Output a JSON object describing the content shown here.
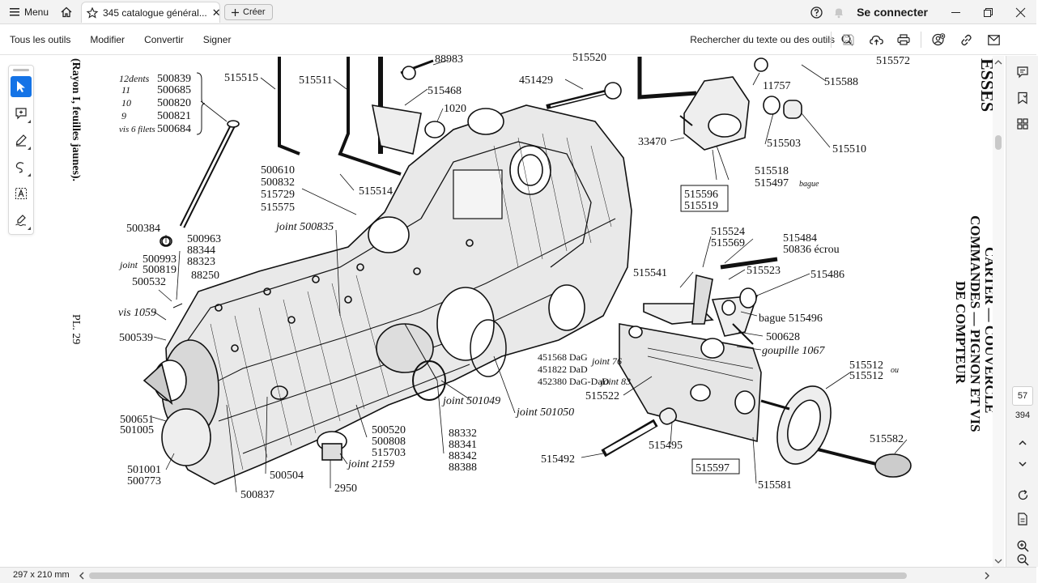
{
  "browser": {
    "menu_label": "Menu",
    "tab_title": "345 catalogue général...",
    "tab_close": "✕",
    "create_label": "Créer",
    "signin_label": "Se connecter"
  },
  "toolbar": {
    "menus": [
      "Tous les outils",
      "Modifier",
      "Convertir",
      "Signer"
    ],
    "search_label": "Rechercher du texte ou des outils"
  },
  "document": {
    "left_margin_text": "(Rayon I, feuilles jaunes).",
    "plate_label": "PL. 29",
    "right_title_lines": [
      "CARTER — COUVERCLE",
      "COMMANDES — PIGNON ET VIS",
      "DE COMPTEUR"
    ],
    "right_top_fragment": "ESSES",
    "labels": {
      "l12dents": "12dents",
      "l11": "11",
      "l10": "10",
      "l9": "9",
      "lvis6": "vis 6 filets",
      "p500839": "500839",
      "p500685": "500685",
      "p500820": "500820",
      "p500821": "500821",
      "p500684": "500684",
      "p515515": "515515",
      "p515511": "515511",
      "p88983": "88983",
      "p515468": "515468",
      "p1020": "1020",
      "p451429": "451429",
      "p515520": "515520",
      "p11757": "11757",
      "p515588": "515588",
      "p515572": "515572",
      "p33470": "33470",
      "p515503": "515503",
      "p515510": "515510",
      "p515518": "515518",
      "p515497": "515497",
      "bague": "bague",
      "p515596": "515596",
      "p515519": "515519",
      "p500610": "500610",
      "p500832": "500832",
      "p515729": "515729",
      "p515575": "515575",
      "p515514": "515514",
      "joint500835": "joint 500835",
      "p500384": "500384",
      "p500963": "500963",
      "p88344": "88344",
      "p88323": "88323",
      "joint": "joint",
      "p500993": "500993",
      "p500819": "500819",
      "p500532": "500532",
      "p88250": "88250",
      "vis1059": "vis 1059",
      "p500539": "500539",
      "p515524": "515524",
      "p515569": "515569",
      "p515484": "515484",
      "p50836": "50836 écrou",
      "p515541": "515541",
      "p515523": "515523",
      "p515486": "515486",
      "bague515496": "bague 515496",
      "p500628": "500628",
      "goupille1067": "goupille 1067",
      "p451568": "451568 DaG",
      "p451822": "451822 DaD",
      "p452380": "452380 DaG-DaD",
      "joint76": "joint 76",
      "joint83": "joint 83",
      "p515522": "515522",
      "p515512a": "515512",
      "p515512b": "515512",
      "ou": "ou",
      "joint501049": "joint 501049",
      "joint501050": "joint 501050",
      "p500651": "500651",
      "p501005": "501005",
      "p500520": "500520",
      "p500808": "500808",
      "p515703": "515703",
      "p88332": "88332",
      "p88341": "88341",
      "p88342": "88342",
      "p88388": "88388",
      "p515495": "515495",
      "p515582": "515582",
      "p515492": "515492",
      "p515597": "515597",
      "p501001": "501001",
      "p500773": "500773",
      "joint2159": "joint 2159",
      "p500504": "500504",
      "p500837": "500837",
      "p2950": "2950",
      "p515581": "515581"
    }
  },
  "status": {
    "page_current": "57",
    "page_total": "394",
    "page_dims": "297 x 210 mm"
  }
}
